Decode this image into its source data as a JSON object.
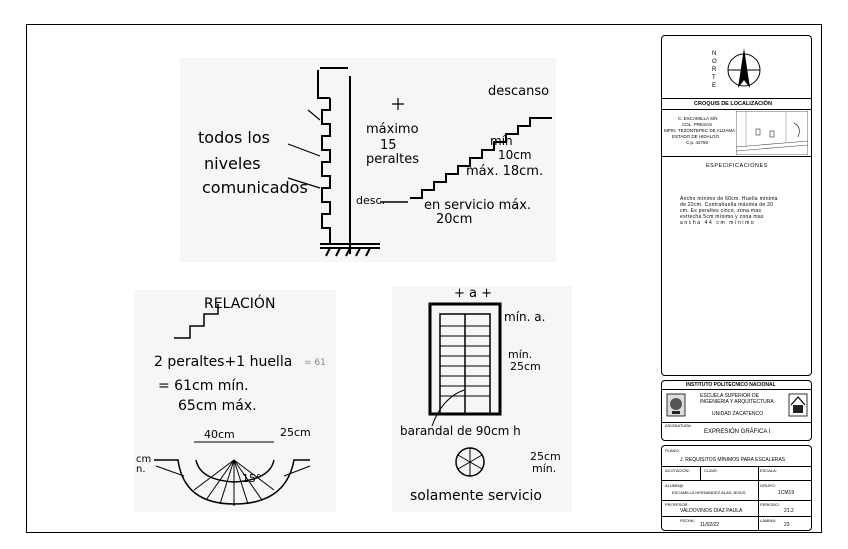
{
  "sketch1": {
    "label_left": [
      "todos los",
      "niveles",
      "comunicados"
    ],
    "max_label": [
      "máximo",
      "15",
      "peraltes"
    ],
    "descanso": "descanso",
    "desc": "desc.",
    "min": [
      "mín",
      "10cm"
    ],
    "max": "máx. 18cm.",
    "servicio": [
      "en servicio máx.",
      "20cm"
    ]
  },
  "sketch2": {
    "title": "RELACIÓN",
    "eq1": "2 peraltes+1 huella",
    "eq1_tail": "= 61",
    "eq2": "= 61cm mín.",
    "eq3": "65cm máx.",
    "dim1": "40cm",
    "dim2": "25cm",
    "dim3": "15°",
    "dim4": "cm",
    "dim5": "n."
  },
  "sketch3": {
    "top": "+ a +",
    "min_a": [
      "mín. a."
    ],
    "min25": [
      "mín.",
      "25cm"
    ],
    "barandal": "barandal de 90cm h",
    "dim": [
      "25cm",
      "mín."
    ],
    "solamente": "solamente servicio"
  },
  "north": {
    "letters": [
      "N",
      "O",
      "R",
      "T",
      "E"
    ]
  },
  "croquis": {
    "title": "CROQUIS DE LOCALIZACIÓN",
    "address": [
      "C. ESCAMILLA S/N",
      "COL. PRESAS",
      "MPIO. TEZONTEPEC DE ALDAMA",
      "ESTADO DE HIDALGO",
      "C.p. 42760"
    ]
  },
  "specs": {
    "title": "ESPECIFICACIONES",
    "body": [
      "Ancho mínimo de 60cm. Huella mínima",
      "de 22cm. Contrahuella máxima de 20",
      "cm. Es peraltes cinco, zona mas",
      "estrecha 5cm mínimo y zona mas",
      "ancha 44 cm mínimo"
    ]
  },
  "institution": {
    "name": "INSTITUTO POLITECNICO NACIONAL",
    "school": [
      "ESCUELA SUPERIOR DE",
      "INGENIERIA Y ARQUITECTURA"
    ],
    "unit": "UNIDAD ZACATENCO"
  },
  "subject": {
    "label": "ASIGNATURA:",
    "value": "EXPRESIÓN GRÁFICA I"
  },
  "plano": {
    "label": "PLANO:",
    "value": "J. REQUISITOS MÍNIMOS PARA ESCALERAS"
  },
  "meta": {
    "acotacion": "ACOTACIÓN:",
    "clave": "CLAVE:",
    "escala": "ESCALA:",
    "alumno_label": "ALUMN@:",
    "alumno": "ESCAMILLA HERNANDEZ ALAN JESUS",
    "grupo_label": "GRUPO:",
    "grupo": "1CM19",
    "profesor_label": "PROFESOR:",
    "profesor": "VALDOVINOS DIAZ PAULA",
    "periodo_label": "PERIODO:",
    "periodo": "21.2",
    "fecha_label": "FECHA:",
    "fecha": "11/02/22",
    "lamina_label": "LAMINA:",
    "lamina": "23"
  }
}
